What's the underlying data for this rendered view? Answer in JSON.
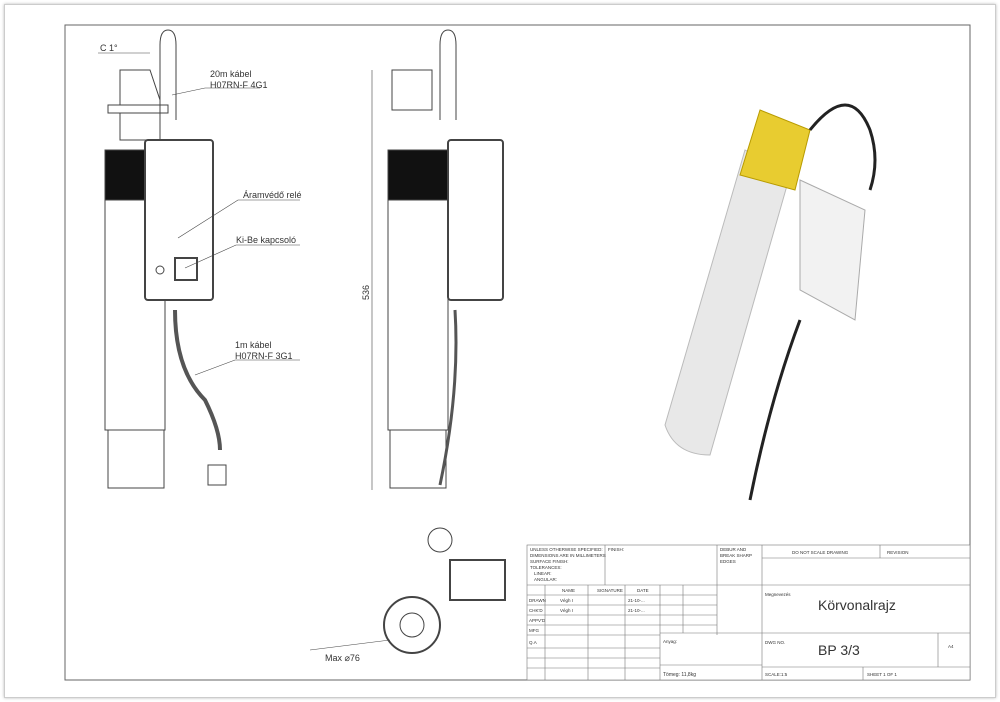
{
  "labels": {
    "chamfer": "C 1°",
    "cable1_a": "20m kábel",
    "cable1_b": "H07RN-F 4G1",
    "relay": "Áramvédő relé",
    "switch": "Ki-Be kapcsoló",
    "cable2_a": "1m kábel",
    "cable2_b": "H07RN-F 3G1",
    "height_dim": "536",
    "diameter_dim": "Max ⌀76"
  },
  "title_block": {
    "spec": [
      "UNLESS OTHERWISE SPECIFIED:",
      "DIMENSIONS ARE IN MILLIMETERS",
      "SURFACE FINISH:",
      "TOLERANCES:",
      "LINEAR:",
      "ANGULAR:"
    ],
    "finish": "FINISH:",
    "debur": [
      "DEBUR AND",
      "BREAK SHARP",
      "EDGES"
    ],
    "do_not_scale": "DO NOT SCALE DRAWING",
    "revision": "REVISION",
    "headers": [
      "NAME",
      "SIGNATURE",
      "DATE"
    ],
    "rows": [
      {
        "role": "DRAWN",
        "name": "Végh I",
        "date": "21-10-..."
      },
      {
        "role": "CHK'D",
        "name": "Végh I",
        "date": "21-10-..."
      },
      {
        "role": "APPV'D"
      },
      {
        "role": "MFG"
      },
      {
        "role": "Q.A"
      }
    ],
    "title_label": "Megnevezés",
    "title": "Körvonalrajz",
    "material": "Anyag:",
    "dwg_label": "DWG NO.",
    "dwg_no": "BP 3/3",
    "size": "A4",
    "weight": "Tömeg: 11,8kg",
    "scale": "SCALE:1:5",
    "sheet": "SHEET 1 OF 1"
  }
}
